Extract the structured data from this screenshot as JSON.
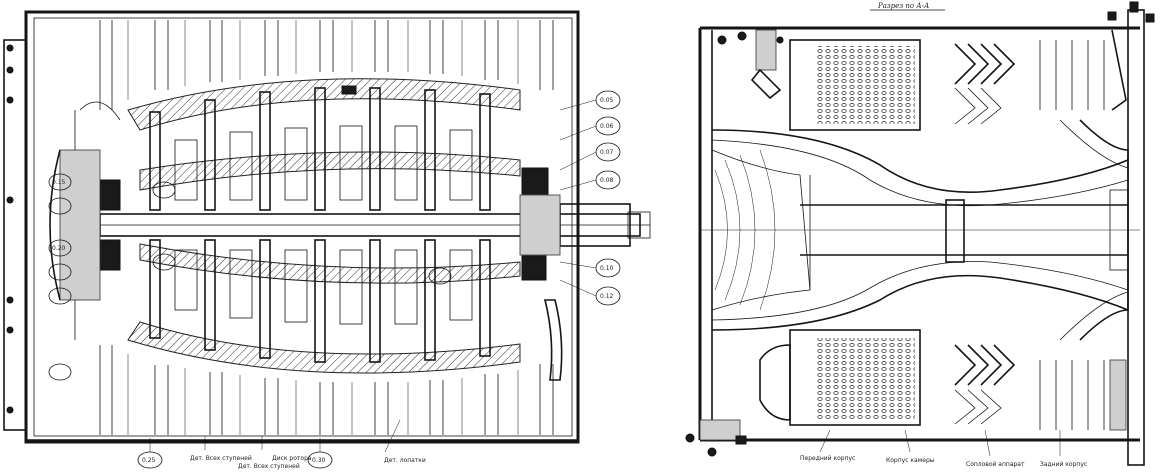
{
  "left_drawing": {
    "annotations": [
      "0.05",
      "0.06",
      "0.07",
      "0.08",
      "0.10",
      "0.12",
      "0.15",
      "0.20",
      "0.25",
      "0.30"
    ],
    "bottom_notes": [
      "Дет. Всех ступеней",
      "Дет. Всех ступеней",
      "Диск ротора",
      "Дет. лопатки"
    ]
  },
  "right_drawing": {
    "section_title": "Разрез по А-А",
    "bottom_notes": [
      "Передний корпус",
      "Корпус камеры",
      "Сопловой аппарат",
      "Задний корпус"
    ]
  }
}
